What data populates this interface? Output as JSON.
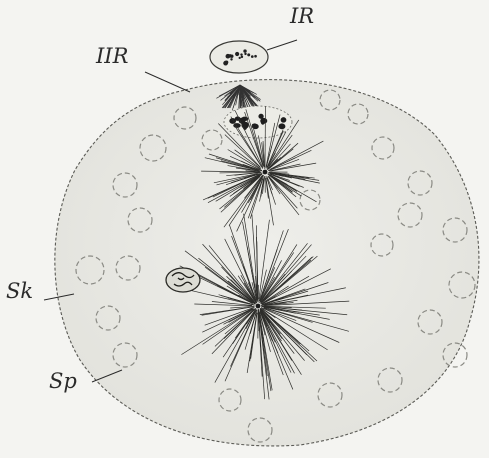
{
  "labels": {
    "first_polar_body": "IR",
    "second_polar_body": "IIR",
    "egg_nucleus": "Sk",
    "sperm_nucleus": "Sp"
  },
  "colors": {
    "background": "#f4f4f1",
    "ink": "#2a2a2a",
    "cell_fill": "#e9e9e3"
  }
}
